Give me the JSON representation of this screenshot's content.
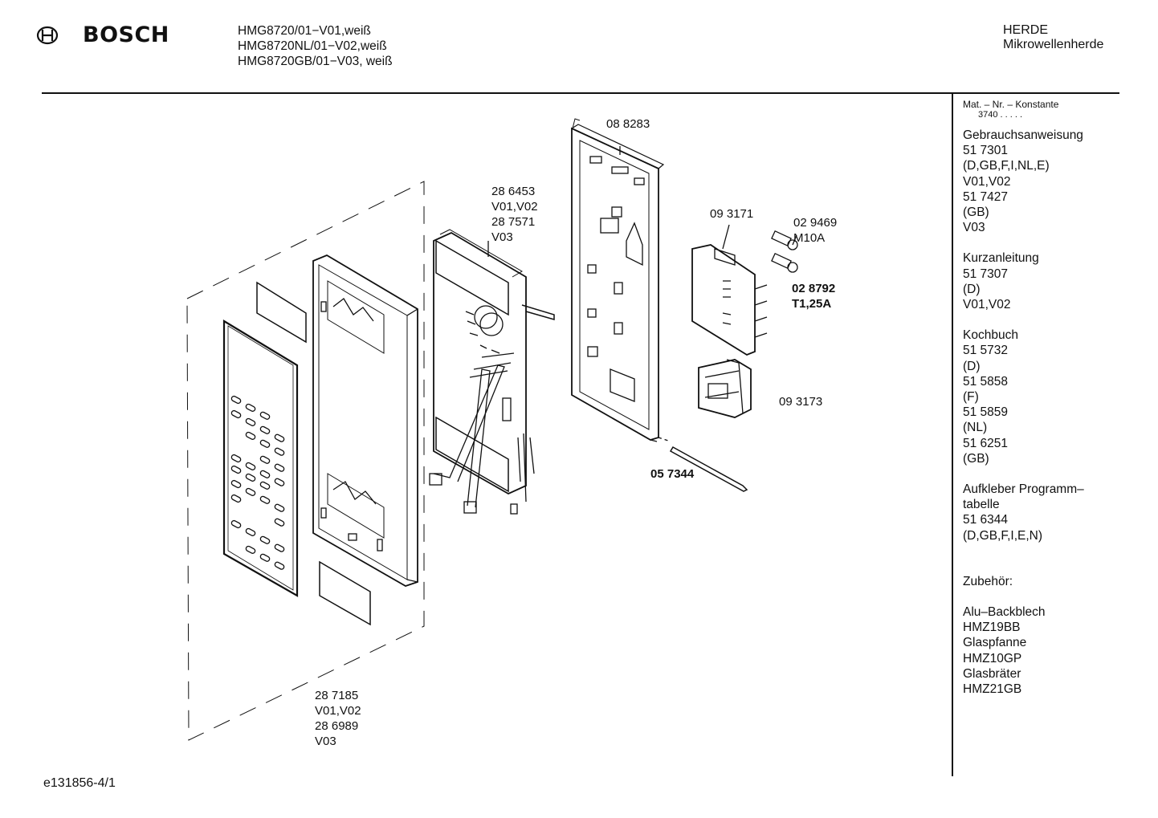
{
  "header": {
    "brand": "BOSCH",
    "models": [
      "HMG8720/01−V01,weiß",
      "HMG8720NL/01−V02,weiß",
      "HMG8720GB/01−V03, weiß"
    ],
    "category": [
      "HERDE",
      "Mikrowellenherde"
    ]
  },
  "sidebar": {
    "mat_title": "Mat. – Nr. – Konstante",
    "mat_value": "3740  .  .   .  .  .",
    "gebrauchsanweisung": [
      "Gebrauchsanweisung",
      "51 7301",
      "(D,GB,F,I,NL,E)",
      "V01,V02",
      "51 7427",
      "(GB)",
      "V03"
    ],
    "kurzanleitung": [
      "Kurzanleitung",
      "51 7307",
      "(D)",
      "V01,V02"
    ],
    "kochbuch": [
      "Kochbuch",
      "51 5732",
      "(D)",
      "51 5858",
      "(F)",
      "51 5859",
      "(NL)",
      "51 6251",
      "(GB)"
    ],
    "aufkleber": [
      "Aufkleber Programm–",
      "tabelle",
      "51 6344",
      "(D,GB,F,I,E,N)"
    ],
    "zubehoer_title": "Zubehör:",
    "zubehoer": [
      "Alu–Backblech",
      "HMZ19BB",
      "Glaspfanne",
      "HMZ10GP",
      "Glasbräter",
      "HMZ21GB"
    ]
  },
  "parts": {
    "p088283": "08 8283",
    "p286453": [
      "28 6453",
      "V01,V02",
      "28 7571",
      "V03"
    ],
    "p093171": "09 3171",
    "p029469": [
      "02 9469",
      "M10A"
    ],
    "p028792": [
      "02 8792",
      "T1,25A"
    ],
    "p093173": "09 3173",
    "p057344": "05 7344",
    "p287185": [
      "28 7185",
      "V01,V02",
      "28 6989",
      "V03"
    ]
  },
  "footer": {
    "code": "e131856-4/1"
  }
}
